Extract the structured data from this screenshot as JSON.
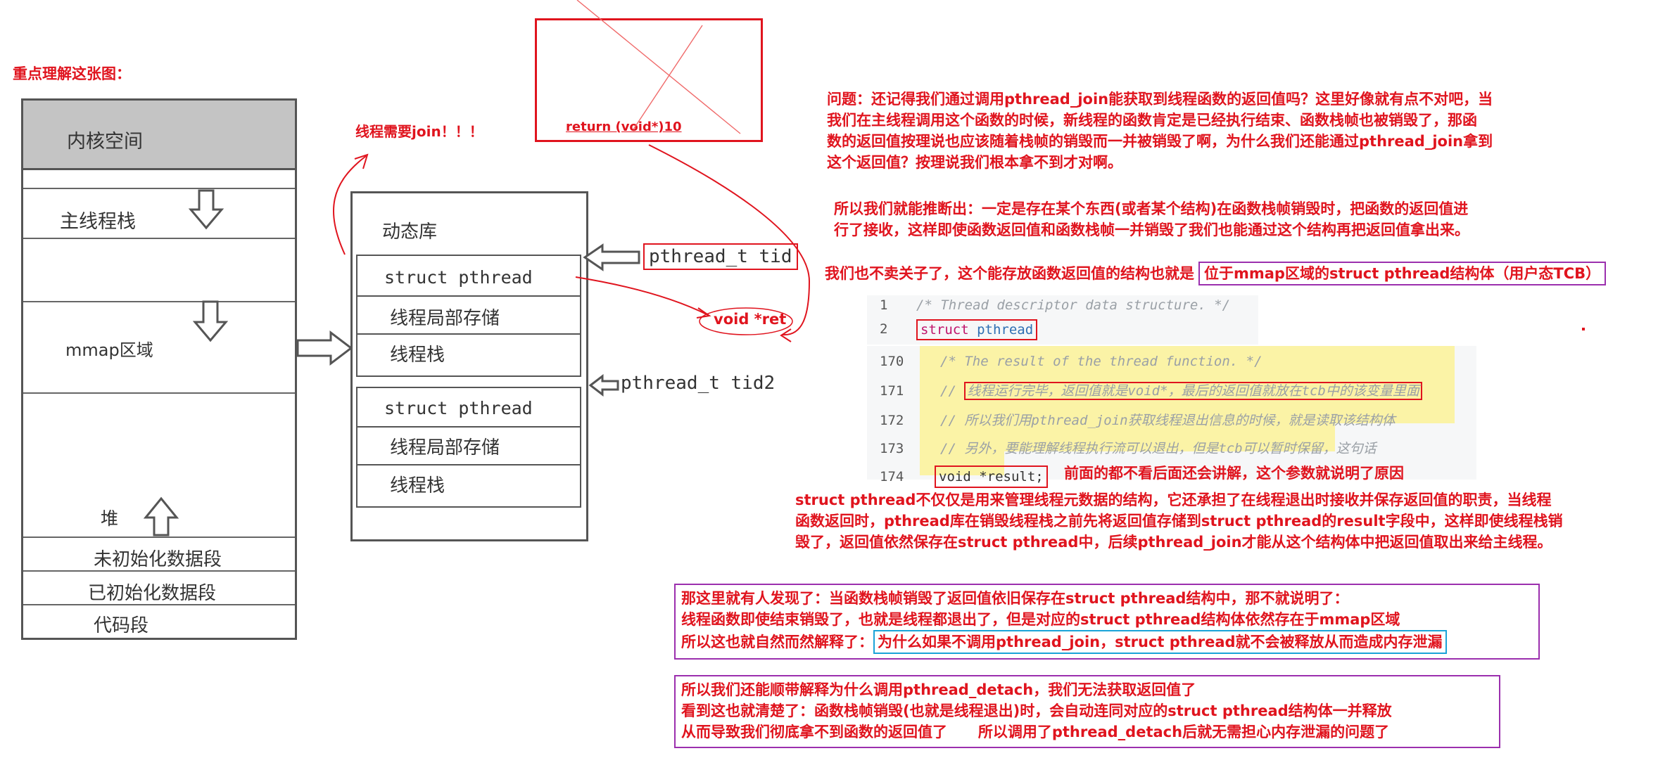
{
  "title_note": "重点理解这张图：",
  "memory": {
    "kernel": "内核空间",
    "main_stack": "主线程栈",
    "mmap": "mmap区域",
    "heap": "堆",
    "bss": "未初始化数据段",
    "data": "已初始化数据段",
    "text": "代码段"
  },
  "lib": {
    "title": "动态库",
    "struct1": "struct pthread",
    "tls1": "线程局部存储",
    "stack1": "线程栈",
    "struct2": "struct pthread",
    "tls2": "线程局部存储",
    "stack2": "线程栈"
  },
  "labels": {
    "tid": "pthread_t tid",
    "tid2": "pthread_t tid2",
    "void_ret": "void *ret",
    "need_join": "线程需要join！！！",
    "return_stmt": "return (void*)10"
  },
  "paragraphs": {
    "question": [
      "问题：还记得我们通过调用pthread_join能获取到线程函数的返回值吗？这里好像就有点不对吧，当",
      "我们在主线程调用这个函数的时候，新线程的函数肯定是已经执行结束、函数栈帧也被销毁了，那函",
      "数的返回值按理说也应该随着栈帧的销毁而一并被销毁了啊，为什么我们还能通过pthread_join拿到",
      "这个返回值？按理说我们根本拿不到才对啊。"
    ],
    "deduce": [
      "所以我们就能推断出：一定是存在某个东西(或者某个结构)在函数栈帧销毁时，把函数的返回值进",
      "行了接收，这样即使函数返回值和函数栈帧一并销毁了我们也能通过这个结构再把返回值拿出来。"
    ],
    "answer_prefix": "我们也不卖关子了，这个能存放函数返回值的结构也就是",
    "answer_boxed": "位于mmap区域的struct pthread结构体（用户态TCB）",
    "explain": [
      "struct pthread不仅仅是用来管理线程元数据的结构，它还承担了在线程退出时接收并保存返回值的职责，当线程",
      "函数返回时，pthread库在销毁线程栈之前先将返回值存储到struct pthread的result字段中，这样即使线程栈销",
      "毁了，返回值依然保存在struct pthread中，后续pthread_join才能从这个结构体中把返回值取出来给主线程。"
    ],
    "box1": [
      "那这里就有人发现了：当函数栈帧销毁了返回值依旧保存在struct pthread结构中，那不就说明了：",
      "线程函数即使结束销毁了，也就是线程都退出了，但是对应的struct pthread结构体依然存在于mmap区域"
    ],
    "box1_last_prefix": "所以这也就自然而然解释了：",
    "box1_last_boxed": "为什么如果不调用pthread_join，struct pthread就不会被释放从而造成内存泄漏",
    "box2": [
      "所以我们还能顺带解释为什么调用pthread_detach，我们无法获取返回值了",
      "看到这也就清楚了：函数栈帧销毁(也就是线程退出)时，会自动连同对应的struct pthread结构体一并释放",
      "从而导致我们彻底拿不到函数的返回值了      所以调用了pthread_detach后就无需担心内存泄漏的问题了"
    ]
  },
  "code": {
    "line1_num": "1",
    "line1": "/* Thread descriptor data structure.  */",
    "line2_num": "2",
    "line2_kw": "struct",
    "line2_ty": "pthread",
    "l170_num": "170",
    "l170": "/* The result of the thread function.  */",
    "l171_num": "171",
    "l171_prefix": "// ",
    "l171_boxed": "线程运行完毕，返回值就是void*，最后的返回值就放在tcb中的该变量里面",
    "l172_num": "172",
    "l172": "// 所以我们用pthread_join获取线程退出信息的时候，就是读取该结构体",
    "l173_num": "173",
    "l173": "// 另外，要能理解线程执行流可以退出，但是tcb可以暂时保留，这句话",
    "l174_num": "174",
    "l174": "void *result;",
    "l174_note": "前面的都不看后面还会讲解，这个参数就说明了原因"
  }
}
